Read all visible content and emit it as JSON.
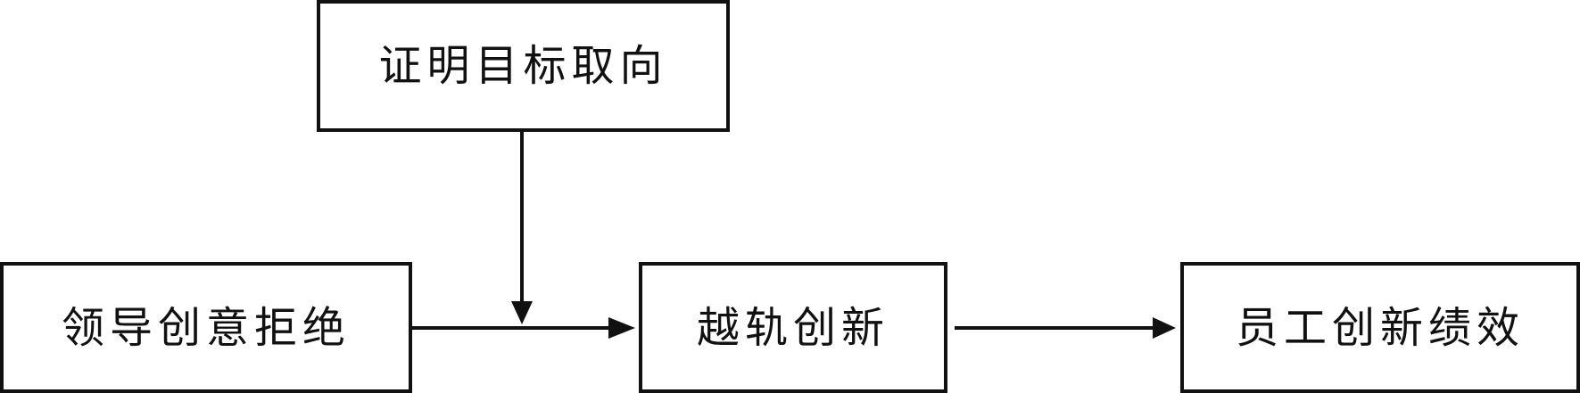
{
  "nodes": {
    "moderator": {
      "label": "证明目标取向"
    },
    "leader_rejection": {
      "label": "领导创意拒绝"
    },
    "deviant_innovation": {
      "label": "越轨创新"
    },
    "employee_performance": {
      "label": "员工创新绩效"
    }
  },
  "edges": [
    {
      "from": "leader_rejection",
      "to": "deviant_innovation"
    },
    {
      "from": "deviant_innovation",
      "to": "employee_performance"
    },
    {
      "from": "moderator",
      "to": "leader_rejection→deviant_innovation"
    }
  ],
  "colors": {
    "stroke": "#111111",
    "background": "#ffffff"
  }
}
